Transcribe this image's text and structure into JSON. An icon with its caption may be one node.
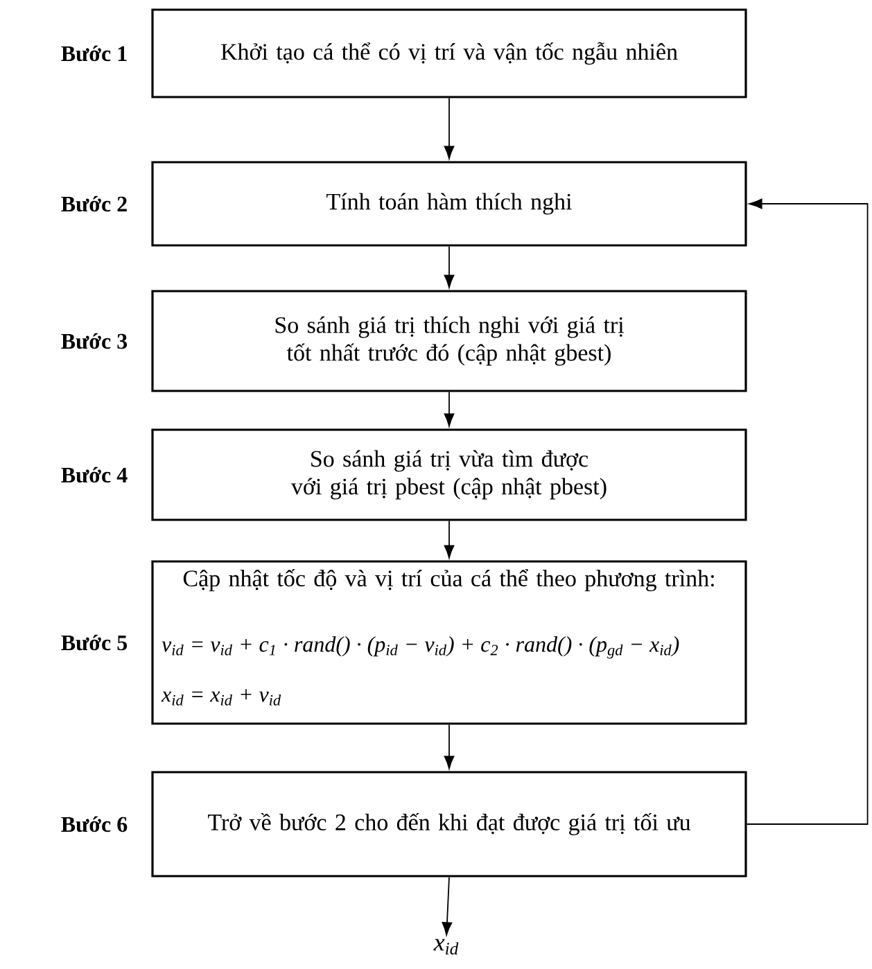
{
  "diagram": {
    "nodes": [
      {
        "text": [
          "Khởi tạo cá thể có vị trí và vận tốc ngẫu nhiên"
        ],
        "beside": [
          "Bước 1"
        ]
      },
      {
        "text": [
          "Tính toán hàm thích nghi"
        ],
        "beside": [
          "Bước 2"
        ]
      },
      {
        "text": [
          "So sánh giá trị thích nghi với giá trị tốt nhất trước đó (cập nhật gbest)"
        ],
        "beside": [
          "Bước 3"
        ]
      },
      {
        "text": [
          "So sánh giá trị vừa tìm được với giá trị pbest (cập nhật pbest)"
        ],
        "beside": [
          "Bước 4"
        ]
      },
      {
        "text": [
          "Cập nhật tốc độ và vị trí của cá thể theo phương trình:",
          "v$_{id}$ = v$_{id}$ + c$_{1}$ · rand() · (p$_{id}$ − v$_{id}$) + c$_{2}$ · rand() · (p$_{gd}$ − x$_{id}$)",
          "x$_{id}$ = x$_{id}$ + v$_{id}$"
        ],
        "beside": [
          "Bước 5"
        ]
      },
      {
        "text": [
          "Trở về bước 2 cho đến khi đạt được giá trị tối ưu"
        ],
        "beside": [
          "Bước 6"
        ]
      },
      {
        "text": [
          "x$_{id}$"
        ]
      }
    ],
    "edges": [
      {
        "from": 0,
        "to": 1,
        "arrow": "to"
      },
      {
        "from": 1,
        "to": 2,
        "arrow": "to"
      },
      {
        "from": 2,
        "to": 3,
        "arrow": "to"
      },
      {
        "from": 3,
        "to": 4,
        "arrow": "to"
      },
      {
        "from": 4,
        "to": 5,
        "arrow": "to"
      },
      {
        "from": 5,
        "to": 6,
        "arrow": "to"
      },
      {
        "from": 5,
        "to": 1,
        "arrow": "to"
      }
    ]
  }
}
